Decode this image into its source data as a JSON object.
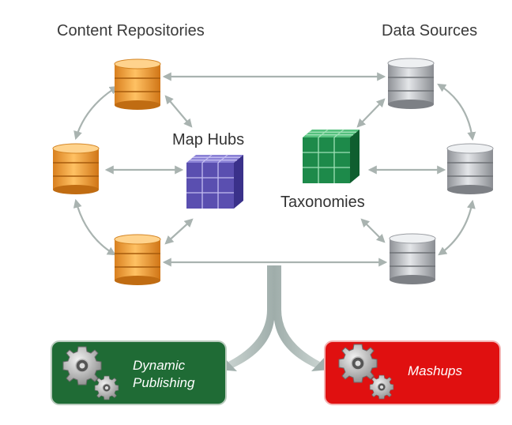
{
  "headings": {
    "left": "Content Repositories",
    "right": "Data Sources"
  },
  "hubs": {
    "map_hubs": "Map Hubs",
    "taxonomies": "Taxonomies"
  },
  "outputs": {
    "dynamic_line1": "Dynamic",
    "dynamic_line2": "Publishing",
    "mashups": "Mashups"
  },
  "colors": {
    "repository": "#f0a23a",
    "data_source": "#b5b8bd",
    "map_hub_cube": "#5a4fb0",
    "taxonomy_cube": "#1d8a4a",
    "dynamic_box": "#1f6b35",
    "mashups_box": "#e01010",
    "arrow": "#a9b3b0"
  },
  "icons": [
    "database-icon",
    "cube-icon",
    "gear-icon"
  ]
}
